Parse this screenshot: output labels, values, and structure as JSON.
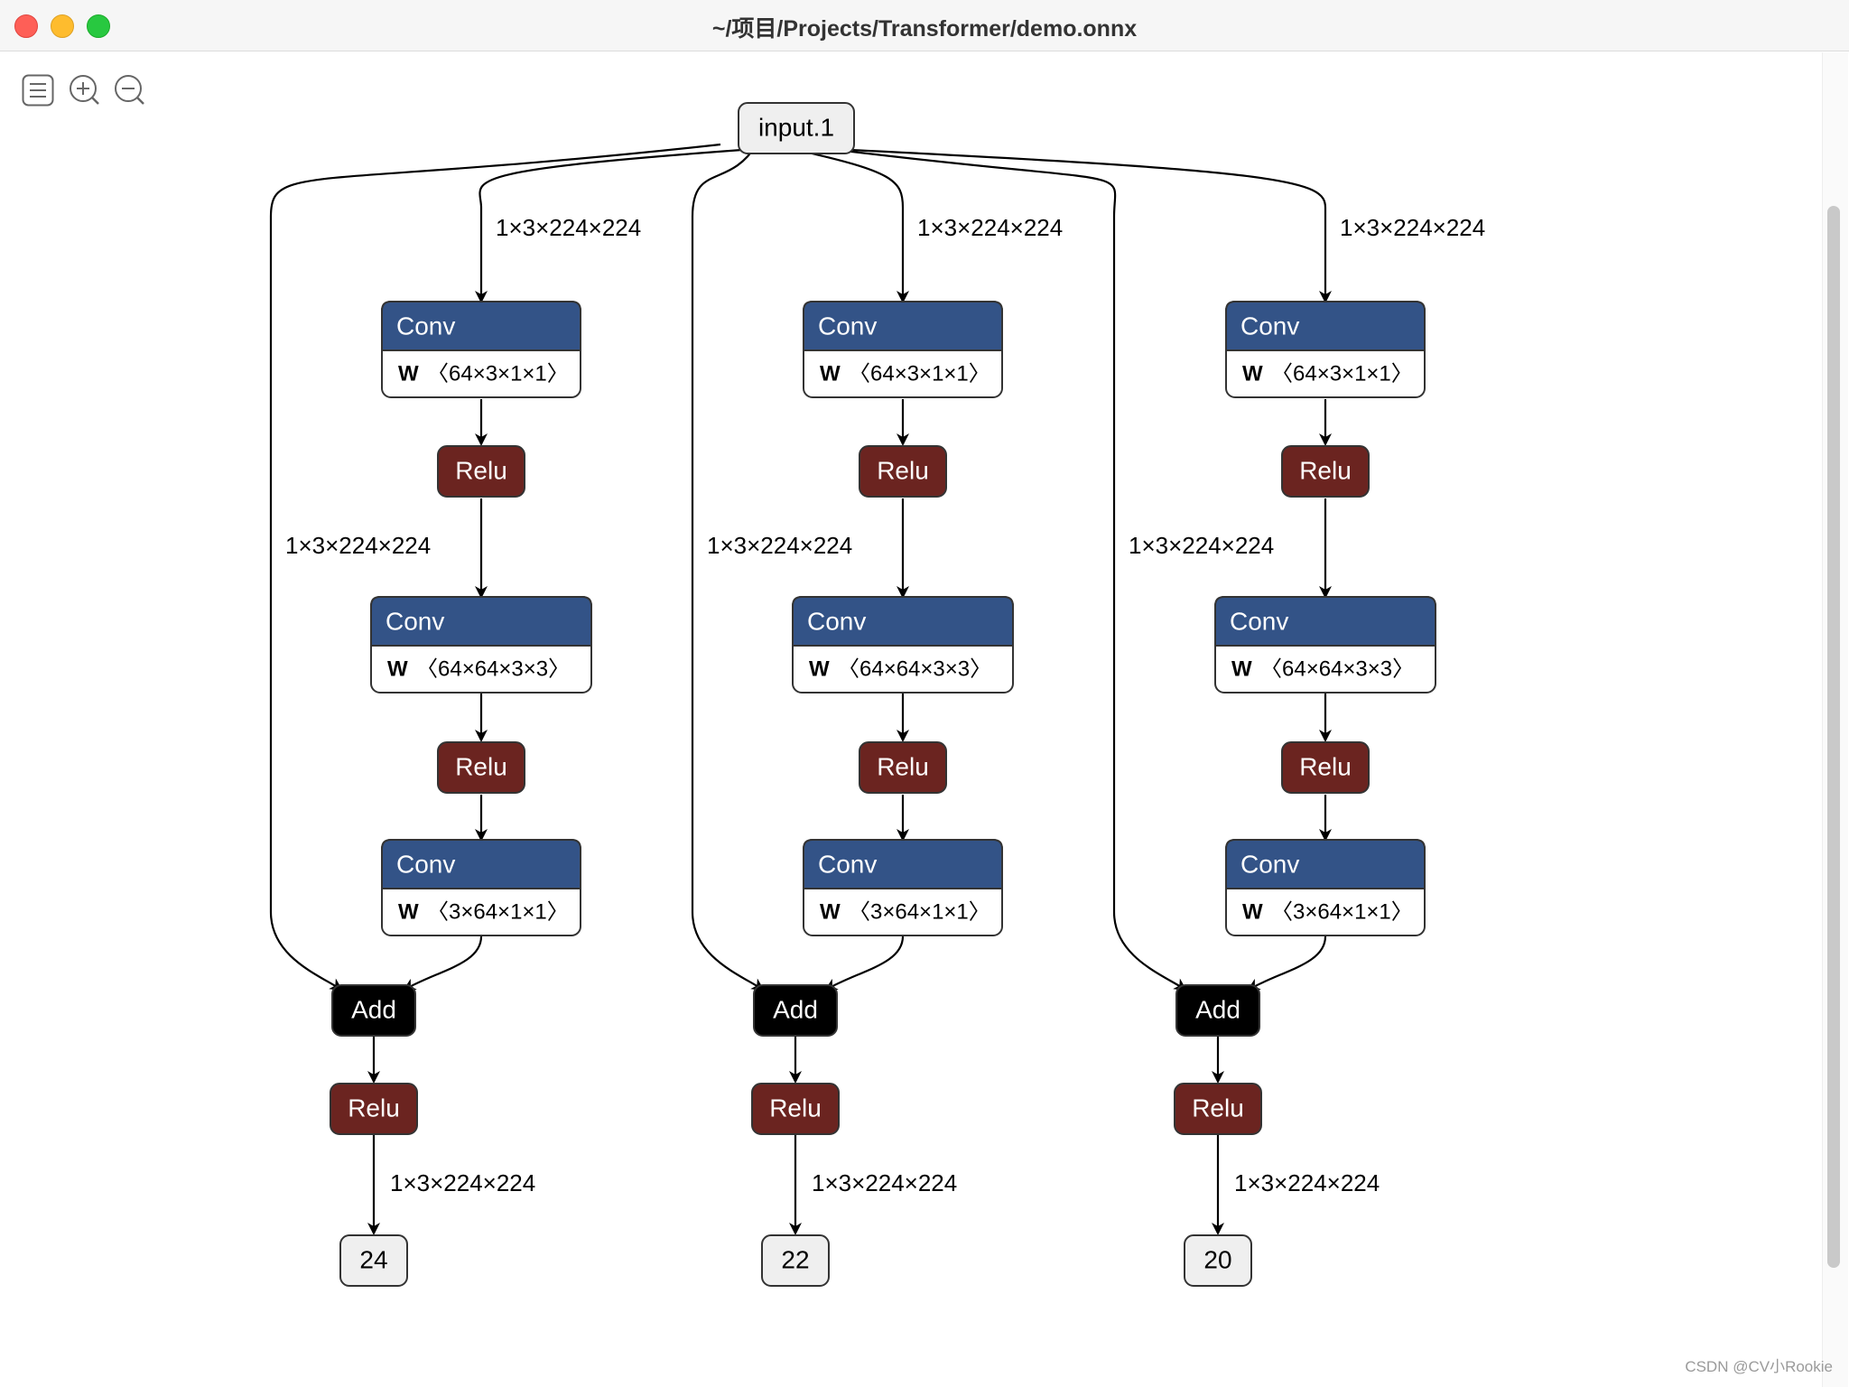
{
  "window": {
    "title": "~/项目/Projects/Transformer/demo.onnx"
  },
  "toolbar": {
    "icons": [
      "menu-icon",
      "zoom-in-icon",
      "zoom-out-icon"
    ]
  },
  "graph": {
    "input_label": "input.1",
    "edge_shape": "1×3×224×224",
    "conv_label": "Conv",
    "relu_label": "Relu",
    "add_label": "Add",
    "weight_key": "W",
    "branches": [
      {
        "weights": [
          "〈64×3×1×1〉",
          "〈64×64×3×3〉",
          "〈3×64×1×1〉"
        ],
        "output": "24"
      },
      {
        "weights": [
          "〈64×3×1×1〉",
          "〈64×64×3×3〉",
          "〈3×64×1×1〉"
        ],
        "output": "22"
      },
      {
        "weights": [
          "〈64×3×1×1〉",
          "〈64×64×3×3〉",
          "〈3×64×1×1〉"
        ],
        "output": "20"
      }
    ],
    "colors": {
      "conv": "#335387",
      "relu": "#6b2420",
      "add": "#000000",
      "io": "#efefef"
    }
  },
  "watermark": "CSDN @CV小Rookie"
}
